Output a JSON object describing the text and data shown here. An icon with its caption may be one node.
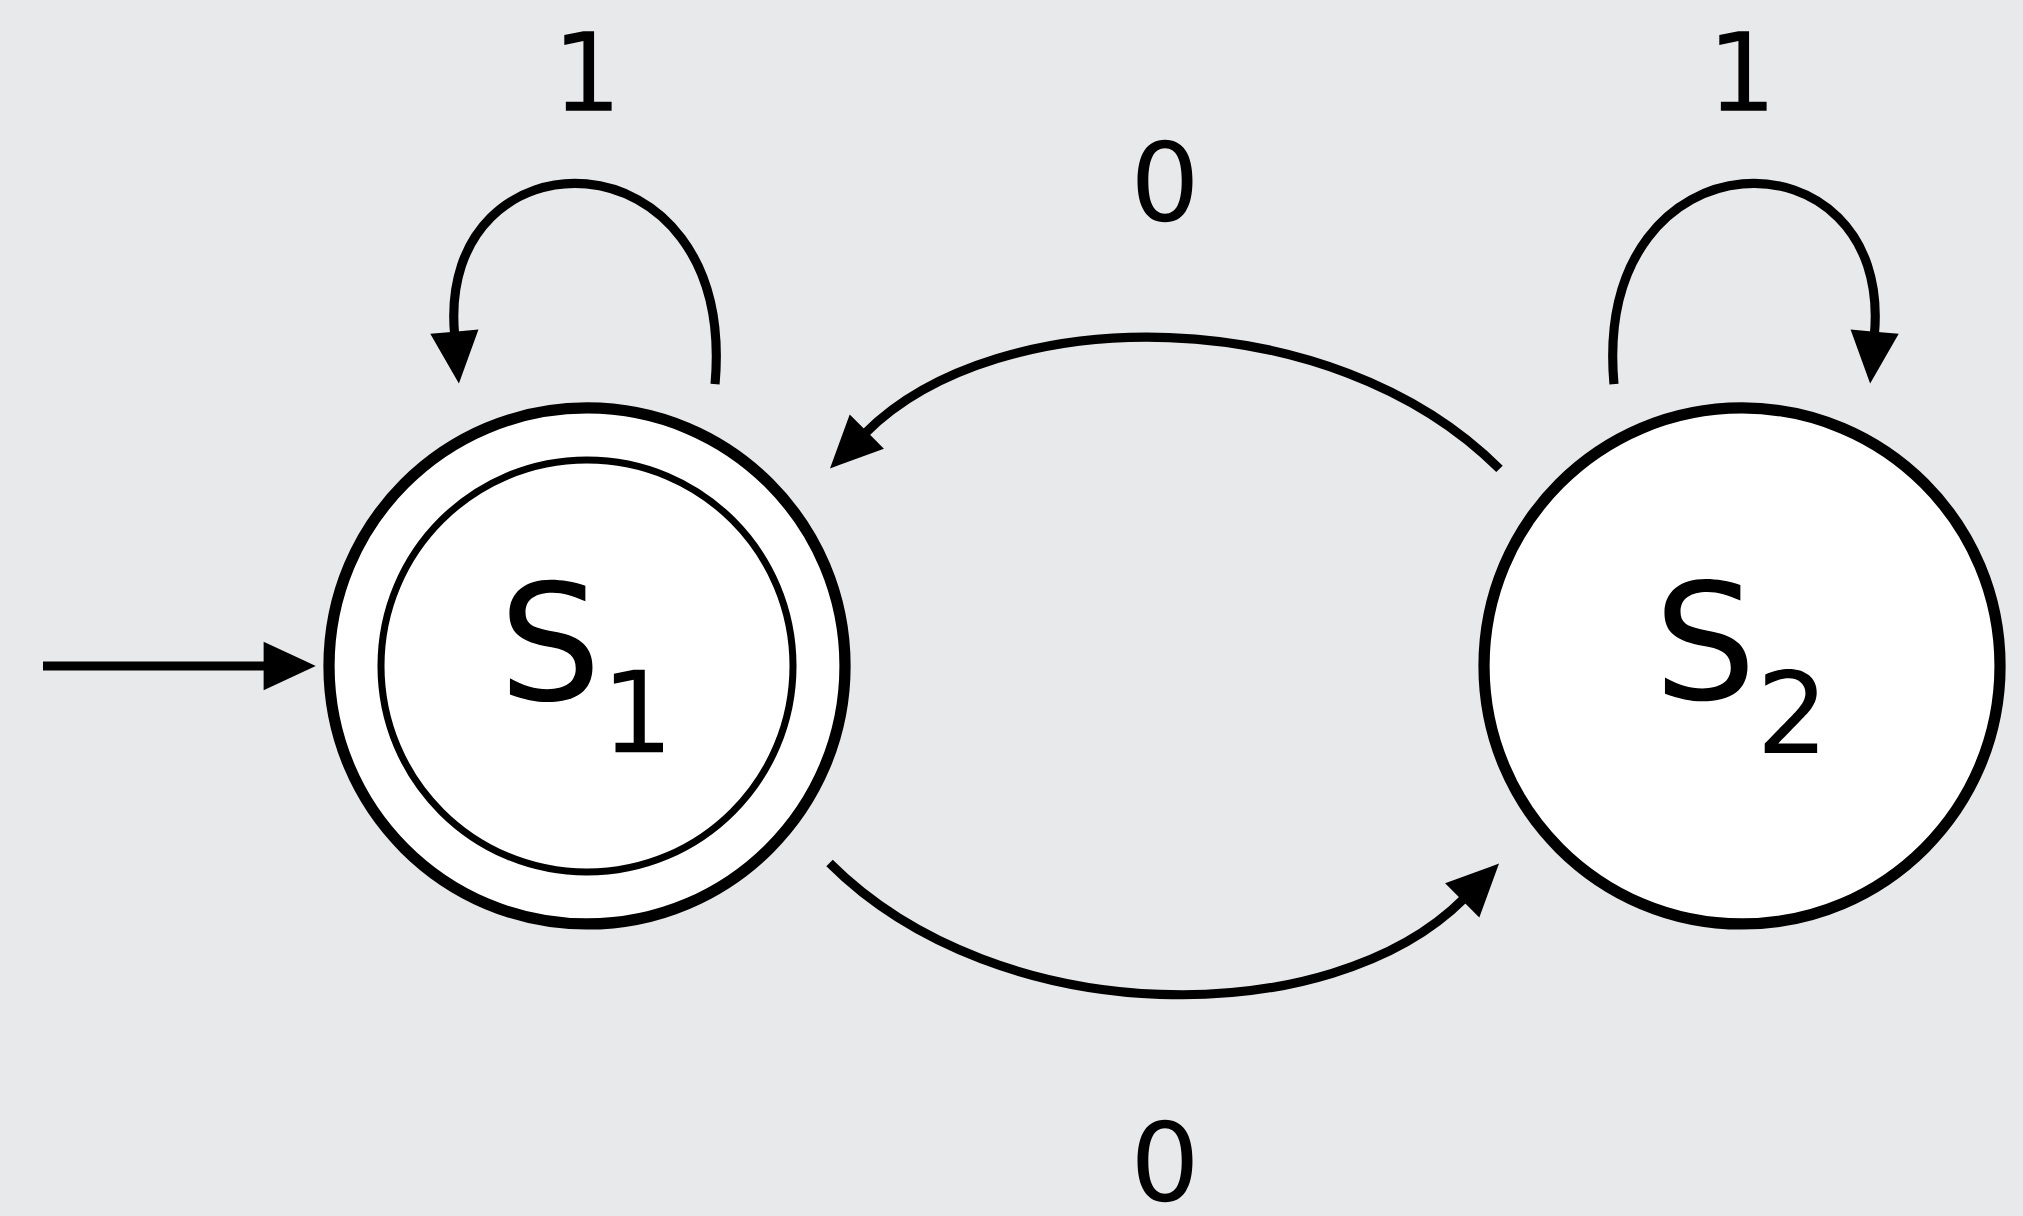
{
  "diagram": {
    "nodes": [
      {
        "text": [
          "S$_{1}$"
        ]
      },
      {
        "text": [
          "S$_{2}$"
        ]
      }
    ],
    "edges": [
      {
        "from": null,
        "to": 0,
        "arrow": "to"
      },
      {
        "from": 0,
        "to": 0,
        "arrow": "to",
        "label": "1"
      },
      {
        "from": 1,
        "to": 1,
        "arrow": "to",
        "label": "1"
      },
      {
        "from": 1,
        "to": 0,
        "arrow": "to",
        "label": "0"
      },
      {
        "from": 0,
        "to": 1,
        "arrow": "to",
        "label": "0"
      }
    ]
  }
}
